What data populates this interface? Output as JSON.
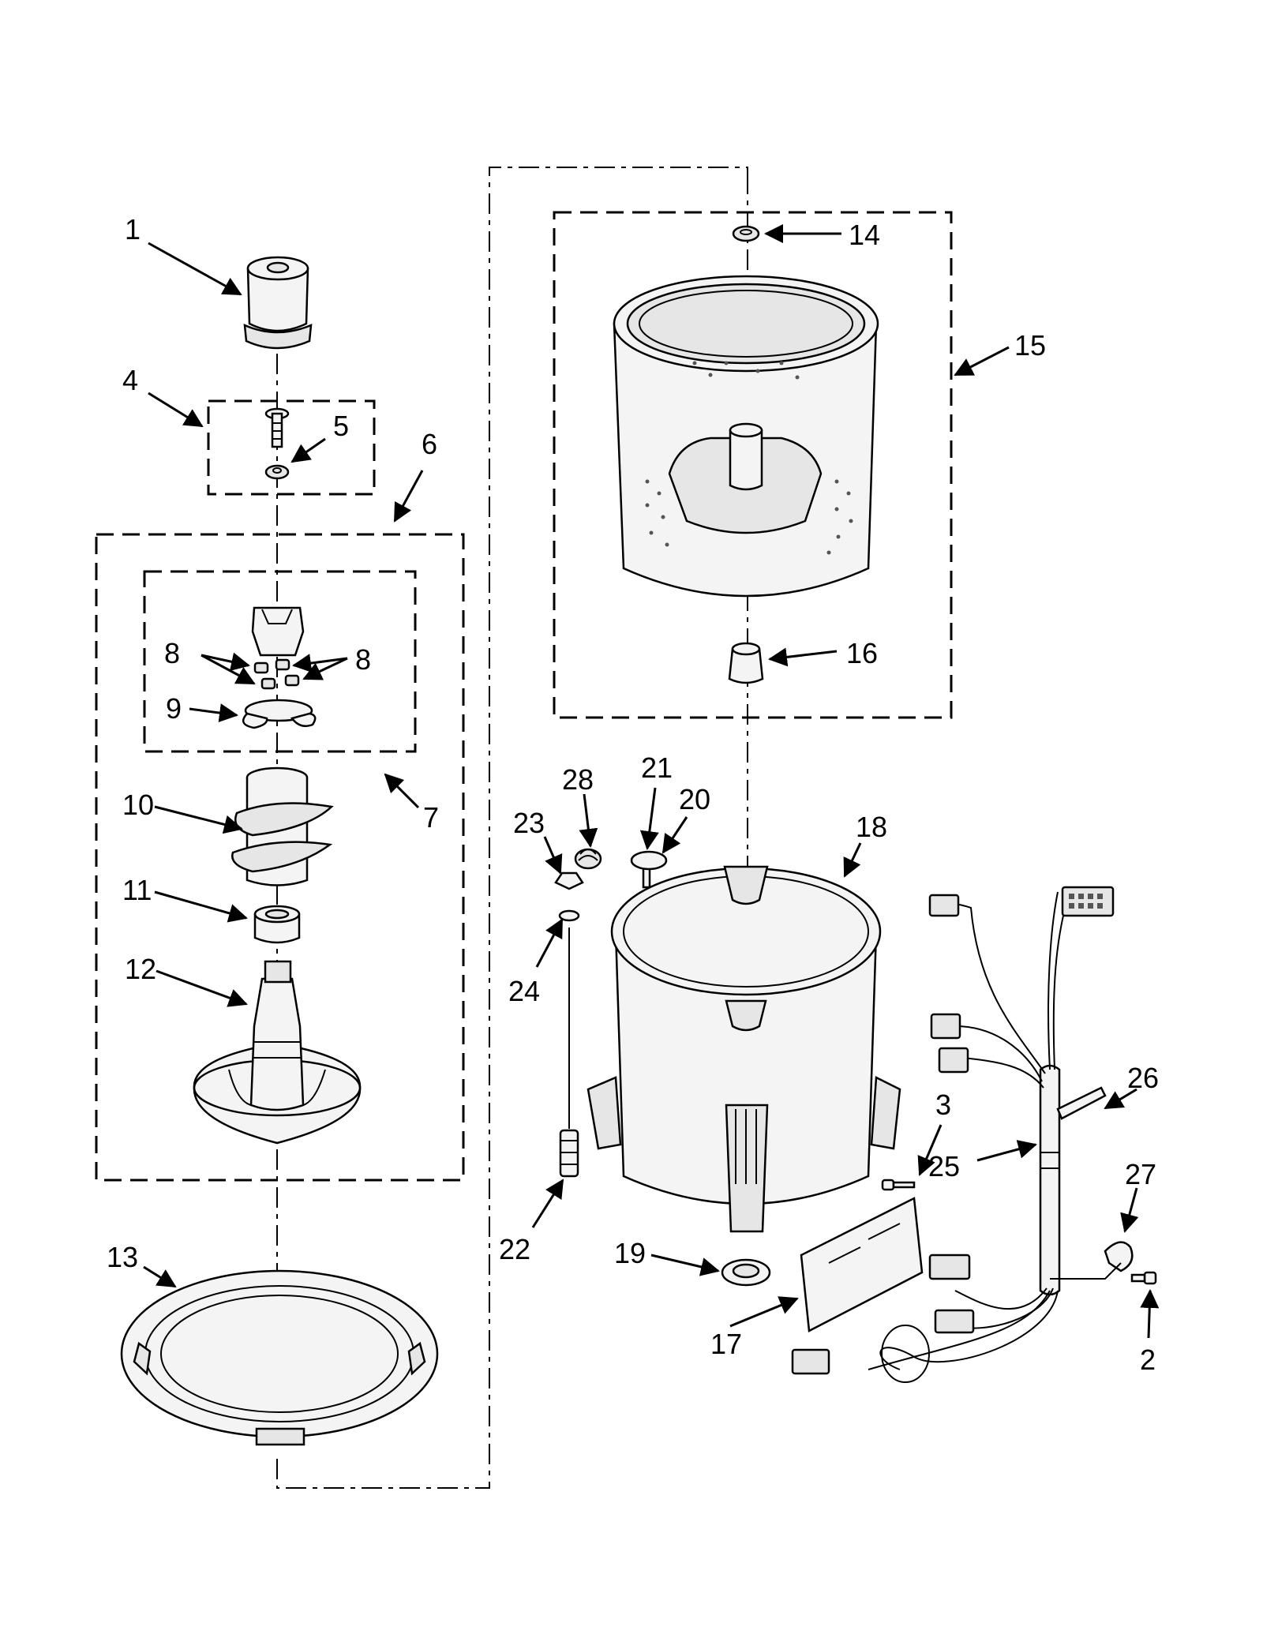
{
  "callouts": {
    "c1": "1",
    "c2": "2",
    "c3": "3",
    "c4": "4",
    "c5": "5",
    "c6": "6",
    "c7": "7",
    "c8a": "8",
    "c8b": "8",
    "c9": "9",
    "c10": "10",
    "c11": "11",
    "c12": "12",
    "c13": "13",
    "c14": "14",
    "c15": "15",
    "c16": "16",
    "c17": "17",
    "c18": "18",
    "c19": "19",
    "c20": "20",
    "c21": "21",
    "c22": "22",
    "c23": "23",
    "c24": "24",
    "c25": "25",
    "c26": "26",
    "c27": "27",
    "c28": "28"
  }
}
